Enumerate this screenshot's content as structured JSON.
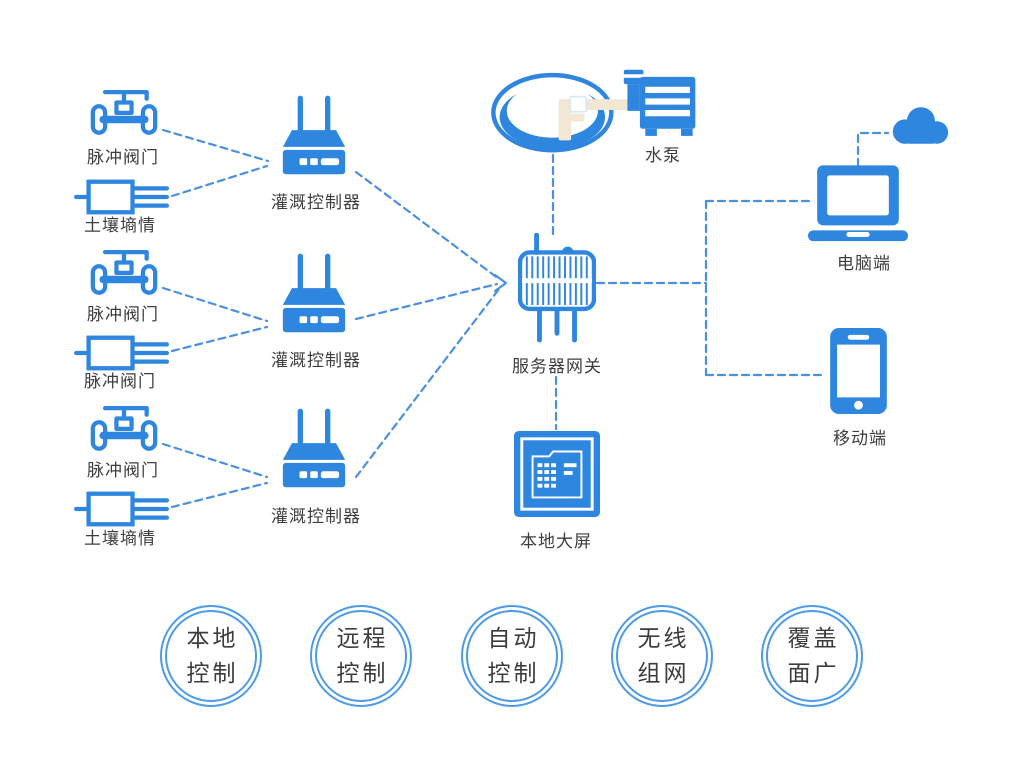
{
  "colors": {
    "primary_blue": "#2E86DE",
    "line_blue": "#4A90E2",
    "ring_blue": "#4D9AE8",
    "label_text": "#3E3E3E",
    "pipe_beige": "#F1E7D2"
  },
  "devices": {
    "valve1": "脉冲阀门",
    "sensor1": "土壤墒情",
    "controller1": "灌溉控制器",
    "valve2": "脉冲阀门",
    "sensor2": "脉冲阀门",
    "controller2": "灌溉控制器",
    "valve3": "脉冲阀门",
    "sensor3": "土壤墒情",
    "controller3": "灌溉控制器",
    "pump": "水泵",
    "gateway": "服务器网关",
    "screen": "本地大屏",
    "pc": "电脑端",
    "mobile": "移动端"
  },
  "features": [
    [
      "本地",
      "控制"
    ],
    [
      "远程",
      "控制"
    ],
    [
      "自动",
      "控制"
    ],
    [
      "无线",
      "组网"
    ],
    [
      "覆盖",
      "面广"
    ]
  ]
}
